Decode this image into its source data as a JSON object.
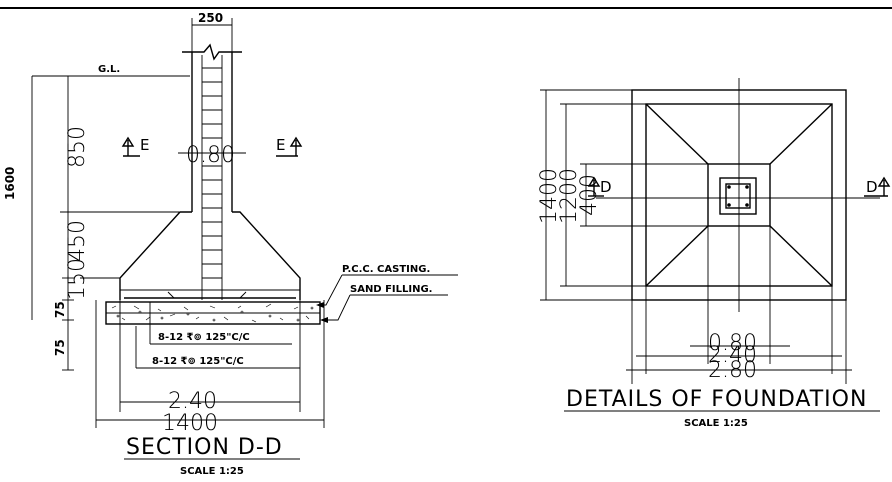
{
  "section": {
    "dims": {
      "top_width": "250",
      "gl": "G.L.",
      "total_height": "1600",
      "h_850": "850",
      "h_450": "450",
      "h_150": "150",
      "h_75a": "75",
      "h_75b": "75",
      "column": "0.80",
      "base_width": "2.40",
      "base_width_mm": "1400"
    },
    "markers": {
      "e_left": "E",
      "e_right": "E"
    },
    "notes": {
      "pcc": "P.C.C. CASTING.",
      "sand": "SAND FILLING.",
      "bar_top": "8-12 ₹⊚ 125\"C/C",
      "bar_bottom": "8-12 ₹⊚ 125\"C/C"
    },
    "title": "SECTION D-D",
    "scale": "SCALE 1:25"
  },
  "plan": {
    "dims": {
      "d1400": "1400",
      "d1200": "1200",
      "d400": "400",
      "d080": "0.80",
      "d240": "2.40",
      "d280": "2.80"
    },
    "markers": {
      "d_left": "D",
      "d_right": "D"
    },
    "title": "DETAILS OF FOUNDATION",
    "scale": "SCALE 1:25"
  }
}
